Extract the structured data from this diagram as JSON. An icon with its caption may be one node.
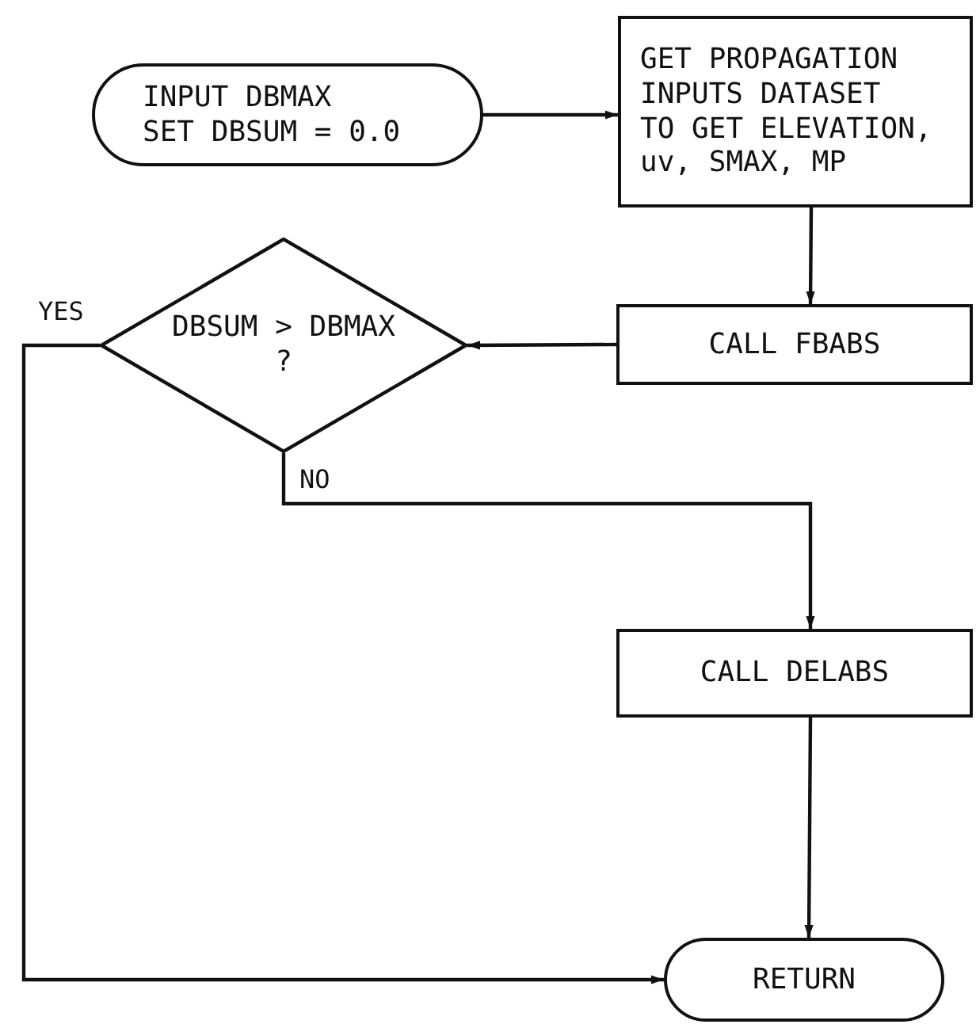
{
  "diagram": {
    "nodes": [
      {
        "text": [
          "INPUT DBMAX SET DBSUM = 0.0"
        ]
      },
      {
        "text": [
          "GET PROPAGATION INPUTS DATASET TO GET ELEVATION, uv, SMAX, MP"
        ]
      },
      {
        "text": [
          "DBSUM > DBMAX ?"
        ]
      },
      {
        "text": [
          "CALL FBABS"
        ]
      },
      {
        "text": [
          "CALL DELABS"
        ]
      },
      {
        "text": [
          "RETURN"
        ]
      }
    ],
    "edges": [
      {
        "from": 0,
        "to": 1,
        "arrow": "to"
      },
      {
        "from": 1,
        "to": 3,
        "arrow": "to"
      },
      {
        "from": 3,
        "to": 2,
        "arrow": "to"
      },
      {
        "from": 2,
        "to": 5,
        "arrow": "to",
        "label": "YES"
      },
      {
        "from": 2,
        "to": 4,
        "arrow": "to",
        "label": "NO"
      },
      {
        "from": 4,
        "to": 5,
        "arrow": "to"
      }
    ]
  }
}
